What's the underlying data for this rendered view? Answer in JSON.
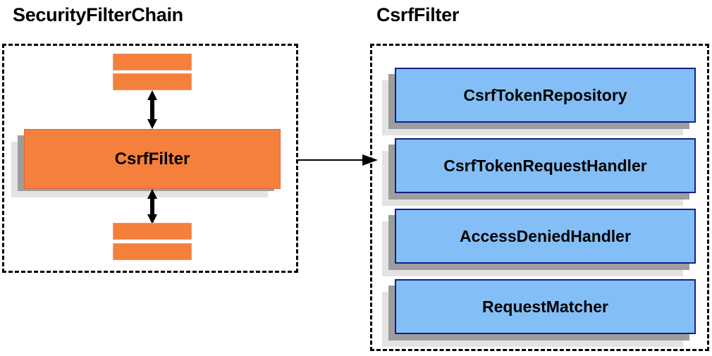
{
  "panels": {
    "left": {
      "title": "SecurityFilterChain",
      "main_component": "CsrfFilter",
      "filter_bars": [
        {
          "name": "filter-bar-top-1"
        },
        {
          "name": "filter-bar-top-2"
        },
        {
          "name": "filter-bar-bottom-1"
        },
        {
          "name": "filter-bar-bottom-2"
        }
      ]
    },
    "right": {
      "title": "CsrfFilter",
      "components": [
        {
          "label": "CsrfTokenRepository"
        },
        {
          "label": "CsrfTokenRequestHandler"
        },
        {
          "label": "AccessDeniedHandler"
        },
        {
          "label": "RequestMatcher"
        }
      ]
    }
  },
  "connector": {
    "name": "arrow-left-to-right",
    "direction": "right"
  },
  "internal_arrows": [
    {
      "name": "arrow-up-down-top",
      "direction": "both"
    },
    {
      "name": "arrow-up-down-bottom",
      "direction": "both"
    }
  ],
  "colors": {
    "orange_fill": "#f4803c",
    "orange_border": "#e2653a",
    "blue_fill": "#84bef6",
    "blue_border": "#10208a",
    "shadow_mid": "#9d9d9d",
    "shadow_back": "#e3e3e3",
    "dashed_border": "#000000",
    "background": "#ffffff",
    "text": "#000000"
  }
}
